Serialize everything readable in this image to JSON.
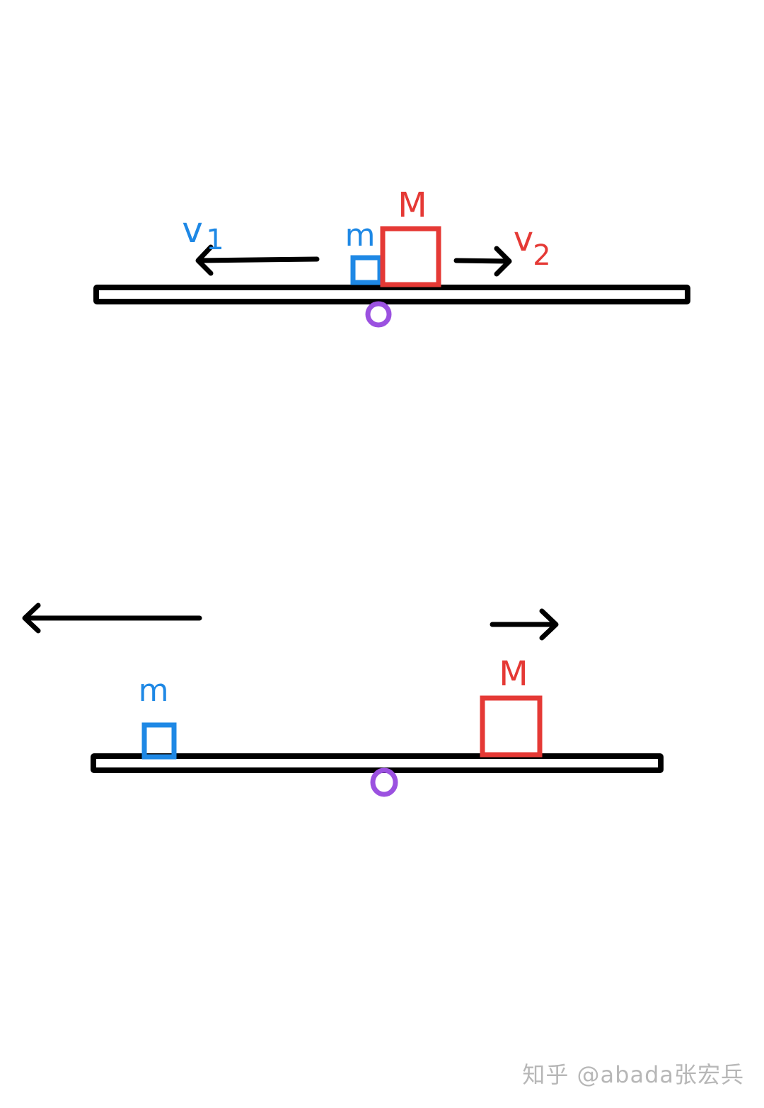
{
  "colors": {
    "small_block": "#1e88e5",
    "large_block": "#e53935",
    "pivot": "#9b51e0",
    "beam": "#000000",
    "arrow": "#000000"
  },
  "top": {
    "small_mass_label": "m",
    "large_mass_label": "M",
    "pivot_label": "o",
    "left_velocity": {
      "symbol": "v",
      "subscript": "1"
    },
    "right_velocity": {
      "symbol": "v",
      "subscript": "2"
    }
  },
  "bottom": {
    "small_mass_label": "m",
    "large_mass_label": "M",
    "pivot_label": "o"
  },
  "watermark": "知乎 @abada张宏兵"
}
